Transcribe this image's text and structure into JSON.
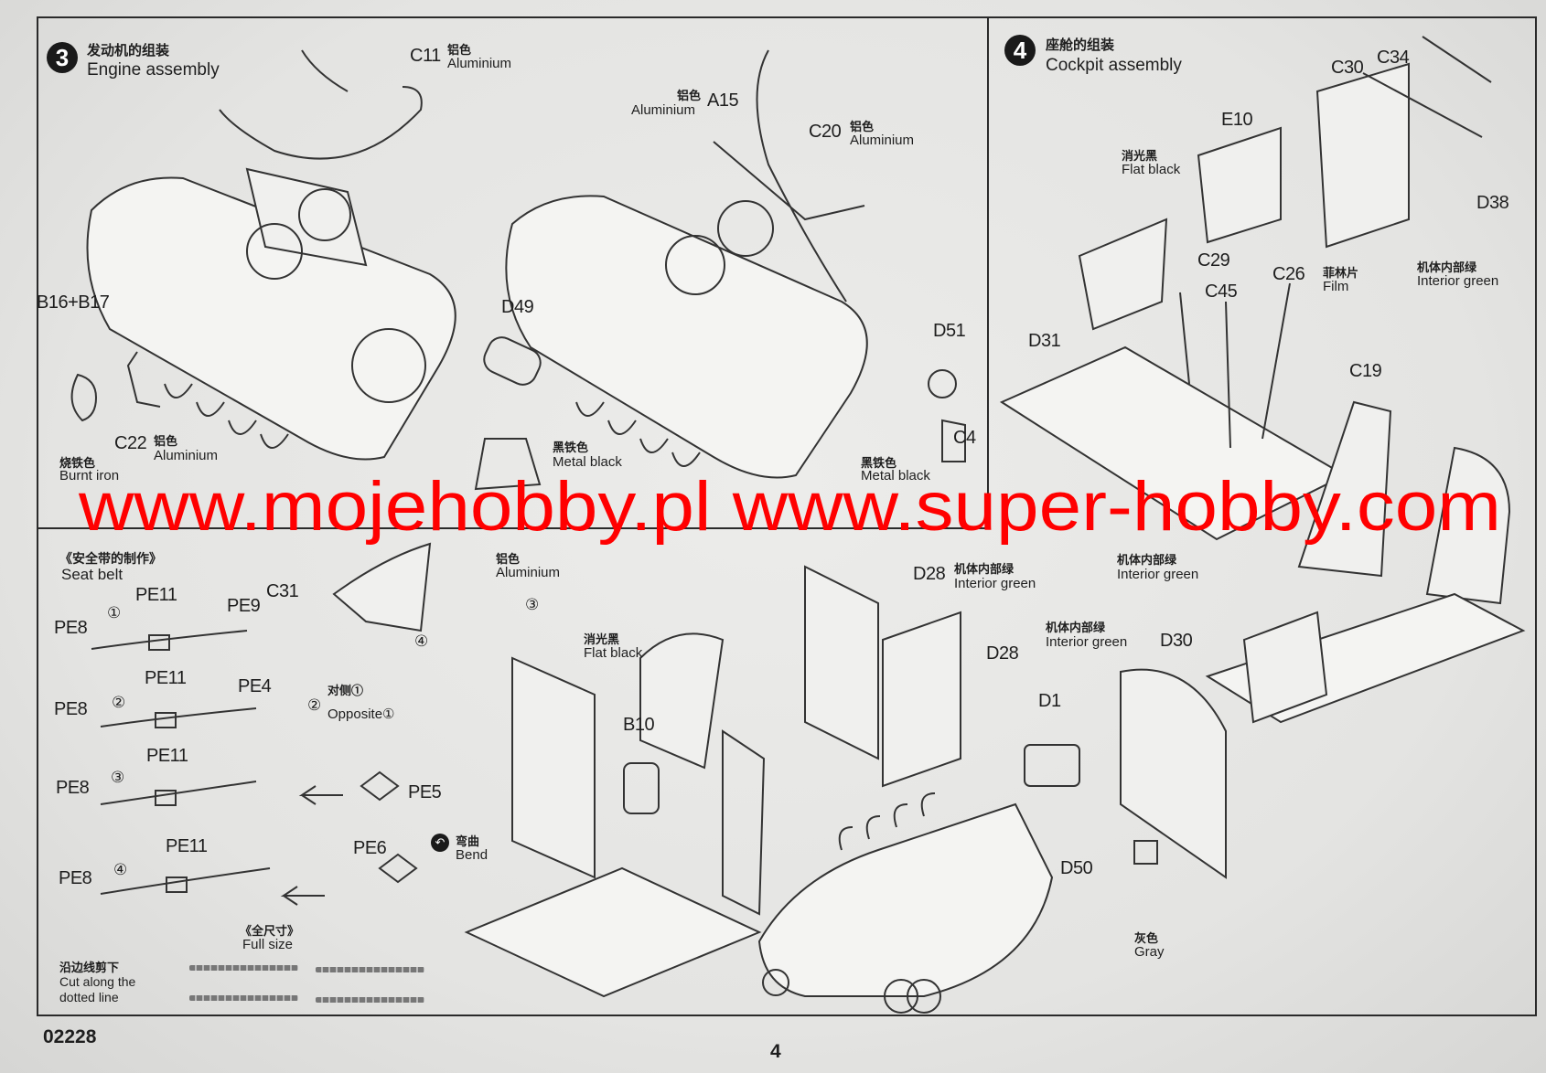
{
  "step3": {
    "number": "3",
    "title_cn": "发动机的组装",
    "title_en": "Engine assembly",
    "labels": {
      "c11": "C11",
      "c11_cn": "铝色",
      "c11_en": "Aluminium",
      "a15": "A15",
      "a15_cn": "铝色",
      "a15_en": "Aluminium",
      "c20": "C20",
      "c20_cn": "铝色",
      "c20_en": "Aluminium",
      "b16b17": "B16+B17",
      "d49": "D49",
      "d51": "D51",
      "c22": "C22",
      "c22_cn": "铝色",
      "c22_en": "Aluminium",
      "burnt_cn": "烧铁色",
      "burnt_en": "Burnt iron",
      "mb1_cn": "黑铁色",
      "mb1_en": "Metal black",
      "mb2_cn": "黑铁色",
      "mb2_en": "Metal black",
      "c4": "C4"
    }
  },
  "step4": {
    "number": "4",
    "title_cn": "座舱的组装",
    "title_en": "Cockpit assembly",
    "labels": {
      "c30": "C30",
      "c34": "C34",
      "e10": "E10",
      "fb_cn": "消光黑",
      "fb_en": "Flat black",
      "d38": "D38",
      "c29": "C29",
      "c45": "C45",
      "c26": "C26",
      "film_cn": "菲林片",
      "film_en": "Film",
      "ig1_cn": "机体内部绿",
      "ig1_en": "Interior green",
      "d31": "D31",
      "c19": "C19",
      "ig2_cn": "机体内部绿",
      "ig2_en": "Interior green",
      "d28a": "D28",
      "ig3_cn": "机体内部绿",
      "ig3_en": "Interior green",
      "d28b": "D28",
      "ig4_cn": "机体内部绿",
      "ig4_en": "Interior green",
      "d30": "D30",
      "d1": "D1",
      "d50": "D50",
      "gray_cn": "灰色",
      "gray_en": "Gray",
      "fb2_cn": "消光黑",
      "fb2_en": "Flat black",
      "b10": "B10"
    }
  },
  "seatbelt": {
    "title_cn": "《安全带的制作》",
    "title_en": "Seat belt",
    "al_cn": "铝色",
    "al_en": "Aluminium",
    "c31": "C31",
    "n3": "③",
    "n4": "④",
    "opp_cn": "对侧①",
    "opp_num": "②",
    "opp_en": "Opposite①",
    "rows": [
      {
        "num": "①",
        "pe8": "PE8",
        "pe11": "PE11",
        "end": "PE9"
      },
      {
        "num": "②",
        "pe8": "PE8",
        "pe11": "PE11",
        "end": "PE4"
      },
      {
        "num": "③",
        "pe8": "PE8",
        "pe11": "PE11"
      },
      {
        "num": "④",
        "pe8": "PE8",
        "pe11": "PE11"
      }
    ],
    "pe5": "PE5",
    "pe6": "PE6",
    "bend_cn": "弯曲",
    "bend_en": "Bend",
    "full_cn": "《全尺寸》",
    "full_en": "Full size",
    "cut_cn": "沿边线剪下",
    "cut_en1": "Cut along the",
    "cut_en2": "dotted line"
  },
  "watermark": "www.mojehobby.pl www.super-hobby.com",
  "footer": {
    "code": "02228",
    "page": "4"
  },
  "colors": {
    "watermark": "#ff0000",
    "ink": "#1e1e1e",
    "paper": "#e8e8e6"
  }
}
